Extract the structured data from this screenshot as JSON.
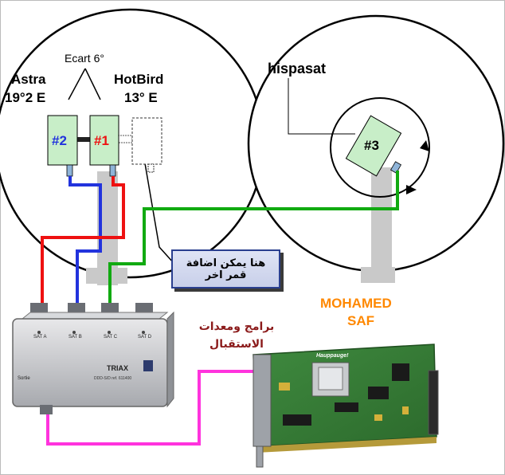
{
  "labels": {
    "ecart": "Ecart 6°",
    "astra_name": "Astra",
    "astra_pos": "19°2 E",
    "hotbird_name": "HotBird",
    "hotbird_pos": "13° E",
    "hispasat": "hispasat",
    "lnb1": "#1",
    "lnb2": "#2",
    "lnb3": "#3",
    "author_line1": "MOHAMED",
    "author_line2": "SAF",
    "receiver_line1": "برامج ومعدات",
    "receiver_line2": "الاستقبال",
    "callout_line1": "هنا يمكن اضافة",
    "callout_line2": "قمر اخر"
  },
  "switch": {
    "brand": "TRIAX",
    "model": "DDD-S/D ref. 611400",
    "port_labels": [
      "SAT A",
      "SAT B",
      "SAT C",
      "SAT D"
    ],
    "output_label": "Sortie"
  },
  "card": {
    "brand": "Hauppauge!"
  },
  "colors": {
    "cable_red": "#ee1111",
    "cable_blue": "#2233dd",
    "cable_green": "#11aa11",
    "cable_magenta": "#ff33dd",
    "lnb_fill": "#c8eec8",
    "author": "#ff8800",
    "receiver_text": "#8b1a1a"
  }
}
